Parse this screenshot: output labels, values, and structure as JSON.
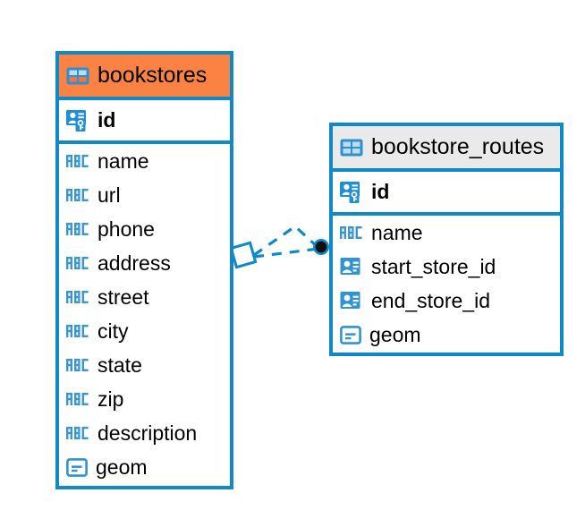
{
  "diagram": {
    "type": "entity-relationship-diagram",
    "background_color": "#ffffff",
    "accent_color": "#1089c9",
    "highlight_color": "#fa8344",
    "neutral_header_color": "#eaeaea"
  },
  "entities": [
    {
      "name": "bookstores",
      "header_style": "accent",
      "header_icon": "table-grid-icon",
      "fields": [
        {
          "name": "id",
          "icon": "primary-key-icon",
          "kind": "primary-key"
        },
        {
          "name": "name",
          "icon": "abc-text-icon",
          "kind": "text"
        },
        {
          "name": "url",
          "icon": "abc-text-icon",
          "kind": "text"
        },
        {
          "name": "phone",
          "icon": "abc-text-icon",
          "kind": "text"
        },
        {
          "name": "address",
          "icon": "abc-text-icon",
          "kind": "text"
        },
        {
          "name": "street",
          "icon": "abc-text-icon",
          "kind": "text"
        },
        {
          "name": "city",
          "icon": "abc-text-icon",
          "kind": "text"
        },
        {
          "name": "state",
          "icon": "abc-text-icon",
          "kind": "text"
        },
        {
          "name": "zip",
          "icon": "abc-text-icon",
          "kind": "text"
        },
        {
          "name": "description",
          "icon": "abc-text-icon",
          "kind": "text"
        },
        {
          "name": "geom",
          "icon": "geometry-icon",
          "kind": "geometry"
        }
      ]
    },
    {
      "name": "bookstore_routes",
      "header_style": "neutral",
      "header_icon": "table-grid-icon",
      "fields": [
        {
          "name": "id",
          "icon": "primary-key-icon",
          "kind": "primary-key"
        },
        {
          "name": "name",
          "icon": "abc-text-icon",
          "kind": "text"
        },
        {
          "name": "start_store_id",
          "icon": "foreign-key-icon",
          "kind": "foreign-key"
        },
        {
          "name": "end_store_id",
          "icon": "foreign-key-icon",
          "kind": "foreign-key"
        },
        {
          "name": "geom",
          "icon": "geometry-icon",
          "kind": "geometry"
        }
      ]
    }
  ],
  "relationships": [
    {
      "from_entity": "bookstores",
      "to_entity": "bookstore_routes",
      "from_marker": "diamond-marker",
      "to_marker": "filled-circle-marker",
      "line_style": "dashed",
      "line_color": "#1089c9",
      "branches": 2
    }
  ]
}
